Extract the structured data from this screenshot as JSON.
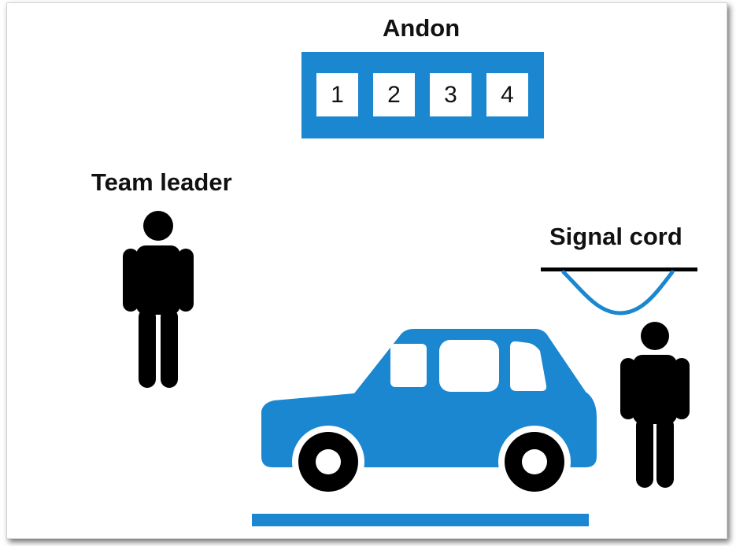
{
  "labels": {
    "andon": "Andon",
    "team_leader": "Team leader",
    "signal_cord": "Signal cord"
  },
  "andon_board": {
    "cells": [
      "1",
      "2",
      "3",
      "4"
    ]
  },
  "colors": {
    "blue": "#1a87d0",
    "figure": "#000000",
    "text": "#111111",
    "background": "#ffffff"
  }
}
